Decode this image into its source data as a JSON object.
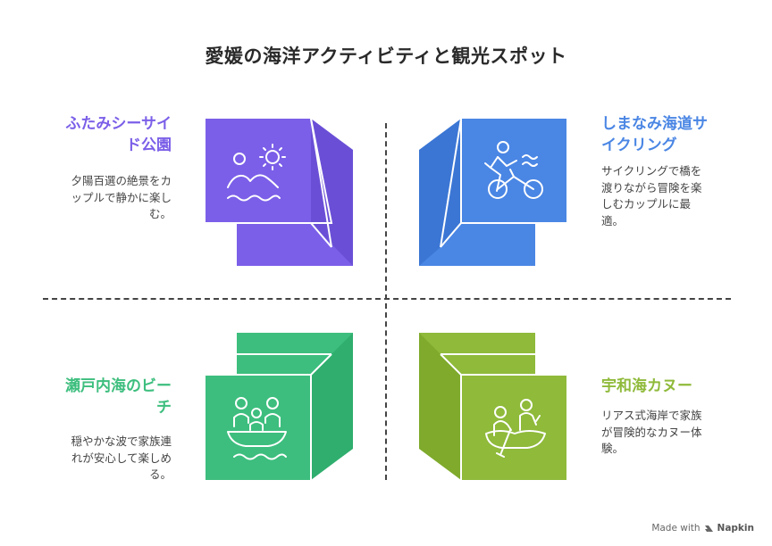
{
  "title": "愛媛の海洋アクティビティと観光スポット",
  "quadrants": {
    "top_left": {
      "heading_line1": "ふたみシーサイ",
      "heading_line2": "ド公園",
      "desc_line1": "夕陽百選の絶景をカ",
      "desc_line2": "ップルで静かに楽し",
      "desc_line3": "む。",
      "color": "#7B5FE8",
      "icon": "beach-sunset-icon"
    },
    "top_right": {
      "heading_line1": "しまなみ海道サ",
      "heading_line2": "イクリング",
      "desc_line1": "サイクリングで橋を",
      "desc_line2": "渡りながら冒険を楽",
      "desc_line3": "しむカップルに最",
      "desc_line4": "適。",
      "color": "#4A86E4",
      "icon": "cycling-icon"
    },
    "bottom_left": {
      "heading_line1": "瀬戸内海のビー",
      "heading_line2": "チ",
      "desc_line1": "穏やかな波で家族連",
      "desc_line2": "れが安心して楽しめ",
      "desc_line3": "る。",
      "color": "#3DBE7E",
      "icon": "family-boat-icon"
    },
    "bottom_right": {
      "heading_line1": "宇和海カヌー",
      "desc_line1": "リアス式海岸で家族",
      "desc_line2": "が冒険的なカヌー体",
      "desc_line3": "験。",
      "color": "#8FBA3A",
      "icon": "canoe-icon"
    }
  },
  "footer": {
    "made_with": "Made with",
    "brand": "Napkin"
  }
}
